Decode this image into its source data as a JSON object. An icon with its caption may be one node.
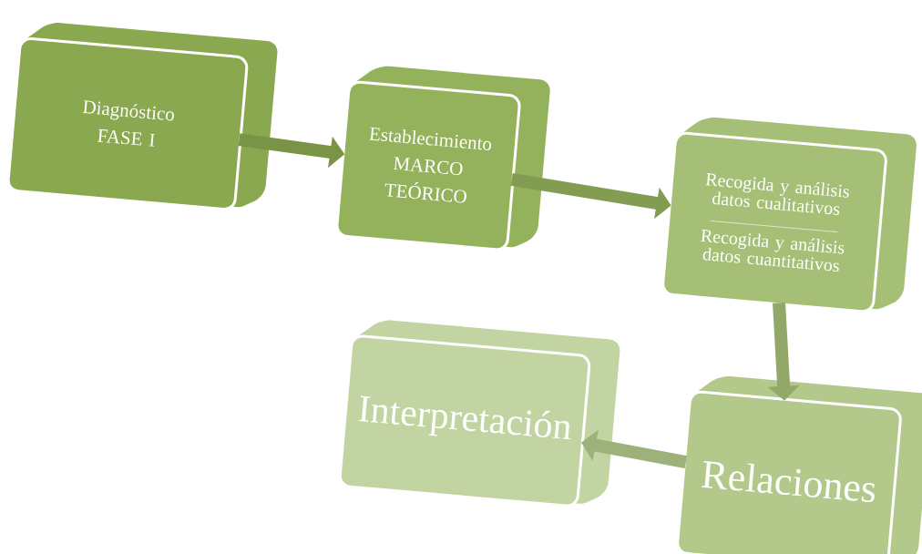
{
  "diagram": {
    "nodes": [
      {
        "text": [
          "Diagnóstico FASE I"
        ]
      },
      {
        "text": [
          "Establecimiento MARCO TEÓRICO"
        ]
      },
      {
        "text": [
          "Recogida y análisis datos cualitativos",
          "Recogida y análisis datos cuantitativos"
        ]
      },
      {
        "text": [
          "Relaciones"
        ]
      },
      {
        "text": [
          "Interpretación"
        ]
      }
    ],
    "edges": [
      {
        "from": 0,
        "to": 1,
        "arrow": "to"
      },
      {
        "from": 1,
        "to": 2,
        "arrow": "to"
      },
      {
        "from": 2,
        "to": 3,
        "arrow": "to"
      },
      {
        "from": 3,
        "to": 4,
        "arrow": "to"
      }
    ]
  }
}
